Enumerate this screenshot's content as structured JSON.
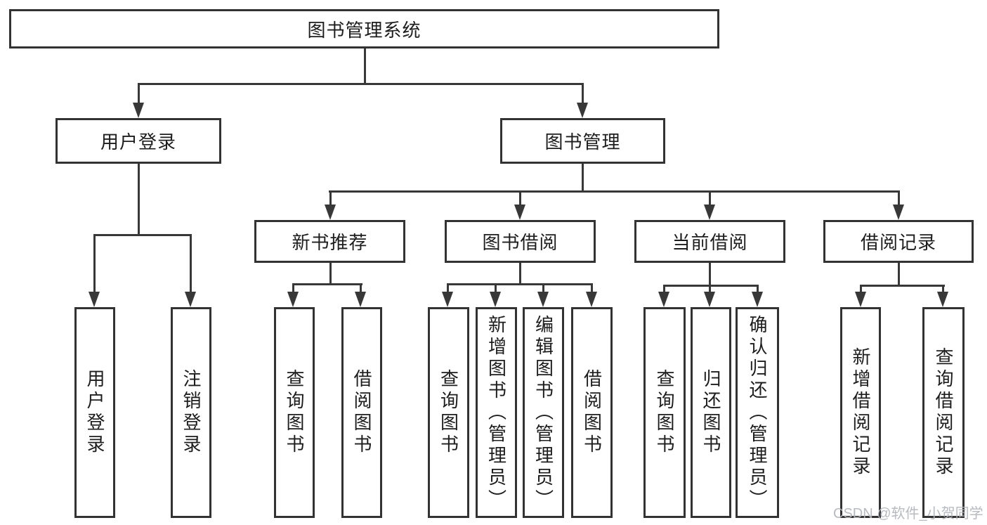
{
  "diagram": {
    "root": "图书管理系统",
    "branches": [
      {
        "label": "用户登录",
        "children": [
          "用户登录",
          "注销登录"
        ]
      },
      {
        "label": "图书管理",
        "sections": [
          {
            "label": "新书推荐",
            "children": [
              "查询图书",
              "借阅图书"
            ]
          },
          {
            "label": "图书借阅",
            "children": [
              "查询图书",
              "新增图书（管理员）",
              "编辑图书（管理员）",
              "借阅图书"
            ]
          },
          {
            "label": "当前借阅",
            "children": [
              "查询图书",
              "归还图书",
              "确认归还（管理员）"
            ]
          },
          {
            "label": "借阅记录",
            "children": [
              "新增借阅记录",
              "查询借阅记录"
            ]
          }
        ]
      }
    ]
  },
  "watermark": "CSDN @软件_小贺同学",
  "colors": {
    "line": "#383838",
    "box_border": "#333333",
    "text": "#1d1d1d",
    "watermark": "#b1b5ba",
    "background": "#ffffff"
  }
}
